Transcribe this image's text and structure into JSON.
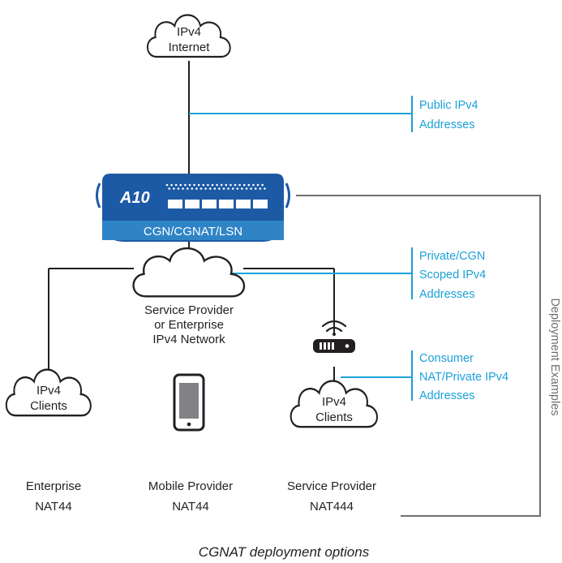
{
  "nodes": {
    "internet": {
      "line1": "IPv4",
      "line2": "Internet"
    },
    "device": {
      "logo": "A10",
      "label": "CGN/CGNAT/LSN"
    },
    "network": {
      "line1": "Service Provider",
      "line2": "or Enterprise",
      "line3": "IPv4 Network"
    },
    "clients_left": {
      "line1": "IPv4",
      "line2": "Clients"
    },
    "clients_right": {
      "line1": "IPv4",
      "line2": "Clients"
    }
  },
  "annotations": {
    "public": {
      "line1": "Public IPv4",
      "line2": "Addresses"
    },
    "private": {
      "line1": "Private/CGN",
      "line2": "Scoped IPv4",
      "line3": "Addresses"
    },
    "consumer": {
      "line1": "Consumer",
      "line2": "NAT/Private IPv4",
      "line3": "Addresses"
    }
  },
  "deployments": {
    "enterprise": {
      "name": "Enterprise",
      "type": "NAT44"
    },
    "mobile": {
      "name": "Mobile Provider",
      "type": "NAT44"
    },
    "service": {
      "name": "Service Provider",
      "type": "NAT444"
    }
  },
  "side_label": "Deployment Examples",
  "caption": "CGNAT deployment options",
  "colors": {
    "accent": "#1ba1d9",
    "device": "#1d5aa6",
    "device_band": "#2f84c6",
    "line": "#231f20",
    "bracket": "#6d6e71"
  },
  "icons": {
    "cloud": "cloud-icon",
    "router": "router-icon",
    "phone": "smartphone-icon",
    "appliance": "a10-appliance-icon"
  }
}
